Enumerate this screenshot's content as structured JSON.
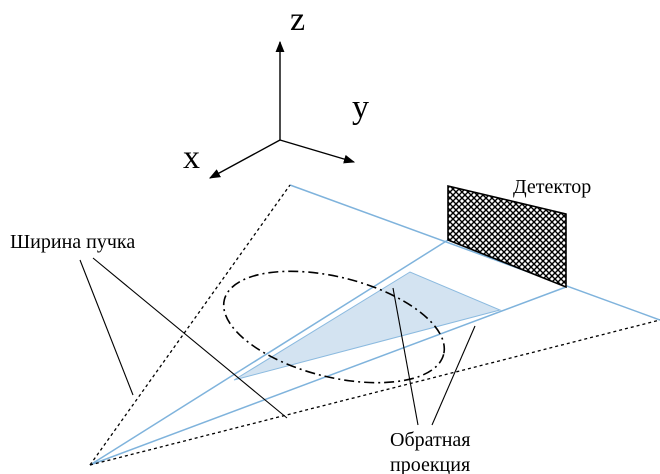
{
  "labels": {
    "axis_z": "z",
    "axis_y": "y",
    "axis_x": "x",
    "detector": "Детектор",
    "beam_width": "Ширина пучка",
    "back_projection_line1": "Обратная",
    "back_projection_line2": "проекция"
  },
  "colors": {
    "beam": "#7fb3dc",
    "projection_fill": "#cfe0f0",
    "lines": "#000000",
    "background": "#ffffff"
  }
}
